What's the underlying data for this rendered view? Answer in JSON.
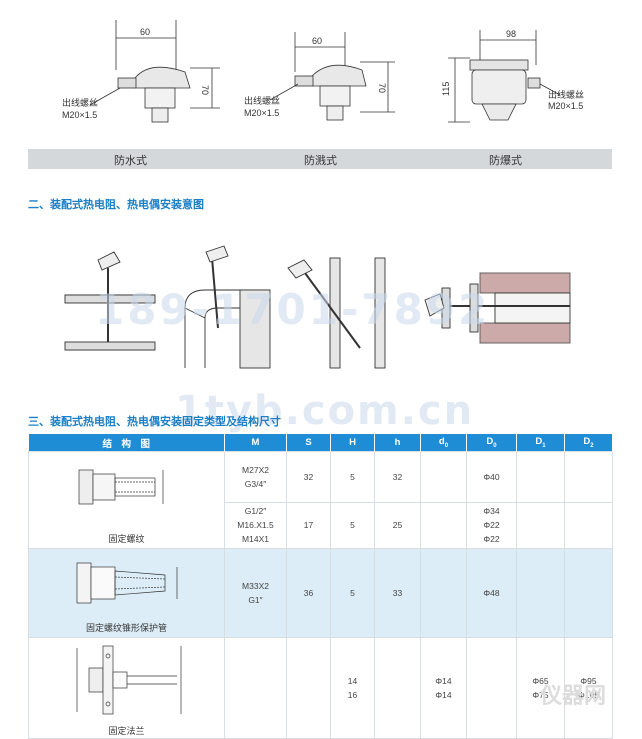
{
  "top_drawings": {
    "waterproof": {
      "dim_width": "60",
      "dim_height": "70",
      "outlet_label": "出线螺丝",
      "outlet_spec": "M20×1.5"
    },
    "splashproof": {
      "dim_width": "60",
      "dim_height": "70",
      "outlet_label": "出线螺丝",
      "outlet_spec": "M20×1.5"
    },
    "explosionproof": {
      "dim_width": "98",
      "dim_height": "115",
      "outlet_label": "出线螺丝",
      "outlet_spec": "M20×1.5"
    }
  },
  "captions": [
    "防水式",
    "防溅式",
    "防爆式"
  ],
  "section2_title": "二、装配式热电阻、热电偶安装意图",
  "section3_title": "三、装配式热电阻、热电偶安装固定类型及结构尺寸",
  "watermark_phone": "189-1701-7892",
  "watermark_site": "1tyb.com.cn",
  "corner_watermark": "仪器网",
  "table": {
    "headers": [
      "结　构　图",
      "M",
      "S",
      "H",
      "h",
      "d",
      "D",
      "D",
      "D"
    ],
    "header_subscripts": [
      "",
      "",
      "",
      "",
      "",
      "0",
      "0",
      "1",
      "2"
    ],
    "rows": [
      {
        "figure": "固定螺纹",
        "M": [
          "M27X2",
          "G3/4″"
        ],
        "S": "32",
        "H": "5",
        "h": "32",
        "d0": "",
        "D0": [
          "Φ40"
        ],
        "D1": "",
        "D2": ""
      },
      {
        "figure": "",
        "M": [
          "G1/2″",
          "M16.X1.5",
          "M14X1"
        ],
        "S": "17",
        "H": "5",
        "h": "25",
        "d0": "",
        "D0": [
          "Φ34",
          "Φ22",
          "Φ22"
        ],
        "D1": "",
        "D2": ""
      },
      {
        "figure": "固定螺纹锥形保护管",
        "M": [
          "M33X2",
          "G1″"
        ],
        "S": "36",
        "H": "5",
        "h": "33",
        "d0": "",
        "D0": [
          "Φ48"
        ],
        "D1": "",
        "D2": ""
      },
      {
        "figure": "固定法兰",
        "M": [],
        "S": "",
        "H": [
          "14",
          "16"
        ],
        "h": "",
        "d0": [
          "Φ14",
          "Φ14"
        ],
        "D0": [],
        "D1": [
          "Φ65",
          "Φ75"
        ],
        "D2": [
          "Φ95",
          "Φ105"
        ]
      }
    ]
  },
  "colors": {
    "accent": "#1a7fc6",
    "header_bg": "#1f8cd6",
    "row_alt": "#dcedf7",
    "caption_bar": "#d4d8db"
  }
}
